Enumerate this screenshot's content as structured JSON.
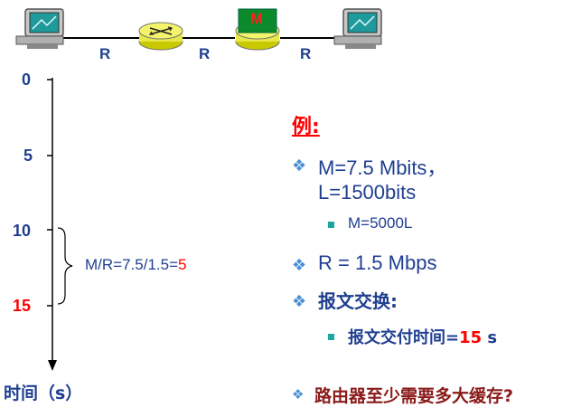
{
  "topology": {
    "link_labels": [
      "R",
      "R",
      "R"
    ],
    "message_label": "M"
  },
  "timeline": {
    "ticks": [
      {
        "label": "0",
        "color": "#1f3f8f"
      },
      {
        "label": "5",
        "color": "#1f3f8f"
      },
      {
        "label": "10",
        "color": "#1f3f8f"
      },
      {
        "label": "15",
        "color": "#ff0000"
      }
    ],
    "brace_text_prefix": "M/R=7.5/1.5=",
    "brace_text_result": "5",
    "axis_label": "时间（s）"
  },
  "example": {
    "title": "例:",
    "items": [
      {
        "text": "M=7.5 Mbits，",
        "level": 1
      },
      {
        "text": "L=1500bits",
        "level": 1
      },
      {
        "text": "M=5000L",
        "level": 2
      },
      {
        "text": "R = 1.5 Mbps",
        "level": 1
      },
      {
        "text": "报文交换:",
        "level": 1
      },
      {
        "text_prefix": "报文交付时间=",
        "text_value": "15",
        "text_suffix": " s",
        "level": 2
      },
      {
        "text": "路由器至少需要多大缓存?",
        "level": 1
      }
    ]
  },
  "colors": {
    "accent_blue": "#1f3f8f",
    "accent_red": "#ff0000",
    "bullet": "#4a8fd6",
    "sub_bullet": "#18a8a0"
  }
}
